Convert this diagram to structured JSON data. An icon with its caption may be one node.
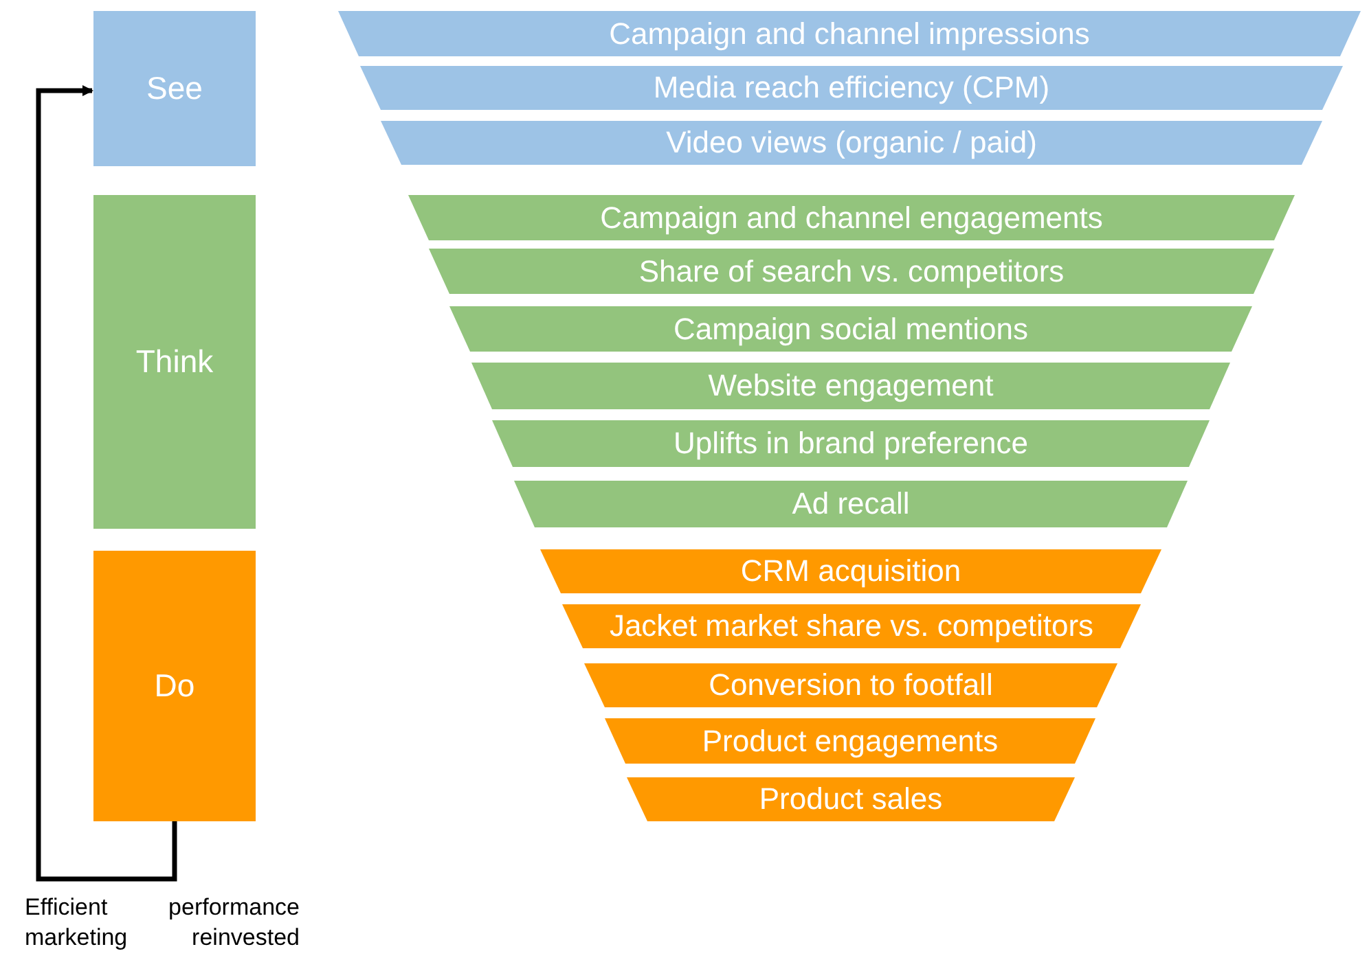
{
  "diagram": {
    "nodes": [
      {
        "text": [
          "See"
        ]
      },
      {
        "text": [
          "Think"
        ]
      },
      {
        "text": [
          "Do"
        ]
      },
      {
        "text": [
          "Campaign and channel impressions"
        ]
      },
      {
        "text": [
          "Media reach efficiency (CPM)"
        ]
      },
      {
        "text": [
          "Video views (organic / paid)"
        ]
      },
      {
        "text": [
          "Campaign and channel engagements"
        ]
      },
      {
        "text": [
          "Share of search vs. competitors"
        ]
      },
      {
        "text": [
          "Campaign social mentions"
        ]
      },
      {
        "text": [
          "Website engagement"
        ]
      },
      {
        "text": [
          "Uplifts in brand preference"
        ]
      },
      {
        "text": [
          "Ad recall"
        ]
      },
      {
        "text": [
          "CRM acquisition"
        ]
      },
      {
        "text": [
          "Jacket market share vs. competitors"
        ]
      },
      {
        "text": [
          "Conversion to footfall"
        ]
      },
      {
        "text": [
          "Product engagements"
        ]
      },
      {
        "text": [
          "Product sales"
        ]
      }
    ],
    "edges": [
      {
        "from": 2,
        "to": 0,
        "arrow": "to",
        "label": "Efficient performance marketing reinvested"
      }
    ]
  }
}
